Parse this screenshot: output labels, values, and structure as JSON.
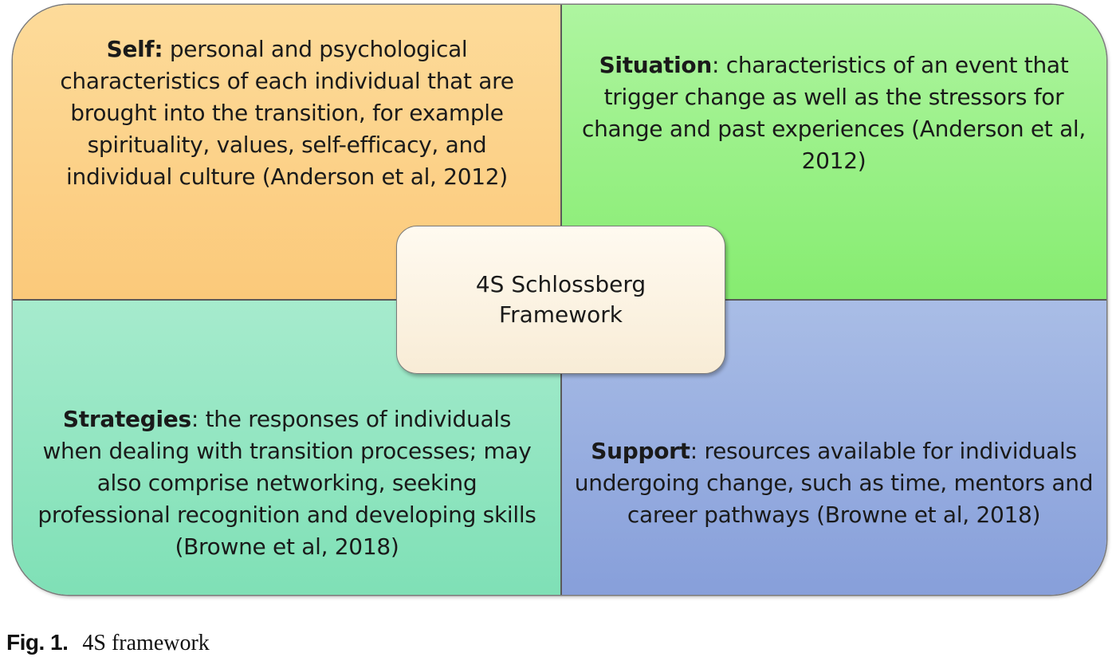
{
  "diagram": {
    "center": {
      "label": "4S Schlossberg Framework"
    },
    "quadrants": {
      "self": {
        "term": "Self:",
        "description": " personal and psychological characteristics of each individual that are brought into the transition, for example spirituality, values, self-efficacy, and individual culture (Anderson et al, 2012)",
        "color": "#fbc97a"
      },
      "situation": {
        "term": "Situation",
        "description": ": characteristics of an event that trigger change as well as the stressors for change and past experiences (Anderson et al, 2012)",
        "color": "#86ec70"
      },
      "strategies": {
        "term": "Strategies",
        "description": ": the responses of individuals when dealing with transition processes; may also comprise networking, seeking professional recognition and developing skills (Browne et al, 2018)",
        "color": "#7fe0b6"
      },
      "support": {
        "term": "Support",
        "description": ": resources available for individuals undergoing change, such as  time, mentors and career pathways (Browne et al, 2018)",
        "color": "#879fda"
      }
    }
  },
  "caption": {
    "label": "Fig. 1.",
    "text": "4S framework"
  }
}
